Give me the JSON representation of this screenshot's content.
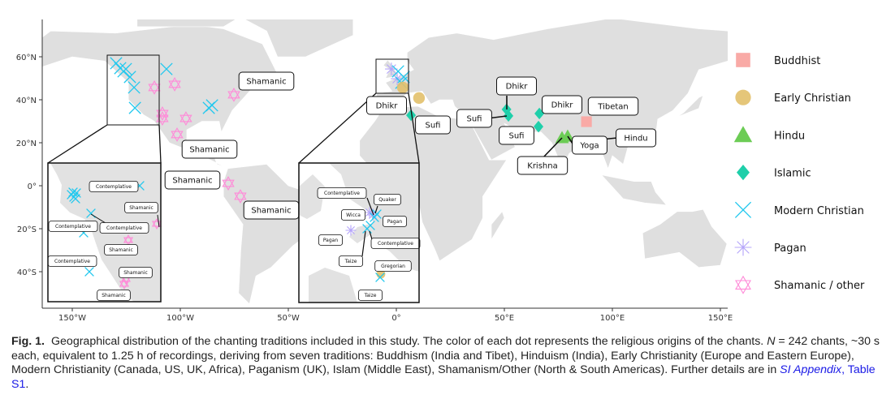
{
  "chart_data": {
    "type": "scatter",
    "title": "",
    "xlabel": "",
    "ylabel": "",
    "xlim": [
      -165,
      155
    ],
    "ylim": [
      -57,
      77
    ],
    "x_ticks": [
      "150°W",
      "100°W",
      "50°W",
      "0°",
      "50°E",
      "100°E",
      "150°E"
    ],
    "x_tick_values": [
      -150,
      -100,
      -50,
      0,
      50,
      100,
      150
    ],
    "y_ticks": [
      "60°N",
      "40°N",
      "20°N",
      "0°",
      "20°S",
      "40°S"
    ],
    "y_tick_values": [
      60,
      40,
      20,
      0,
      -20,
      -40
    ],
    "grid": false,
    "legend_position": "right",
    "legend": [
      {
        "name": "Buddhist",
        "shape": "square",
        "color": "#f9aaa6"
      },
      {
        "name": "Early Christian",
        "shape": "circle",
        "color": "#e2c06a"
      },
      {
        "name": "Hindu",
        "shape": "triangle",
        "color": "#6ccc55"
      },
      {
        "name": "Islamic",
        "shape": "diamond",
        "color": "#1fcfaa"
      },
      {
        "name": "Modern Christian",
        "shape": "cross",
        "color": "#22c8ee"
      },
      {
        "name": "Pagan",
        "shape": "asterisk",
        "color": "#b4a4fa"
      },
      {
        "name": "Shamanic / other",
        "shape": "star",
        "color": "#ff8ad8"
      }
    ],
    "points": [
      {
        "lon": -129.7,
        "lat": 57,
        "type": "Modern Christian"
      },
      {
        "lon": -127.8,
        "lat": 54.7,
        "type": "Modern Christian"
      },
      {
        "lon": -126.3,
        "lat": 53.2,
        "type": "Modern Christian"
      },
      {
        "lon": -125.2,
        "lat": 54.3,
        "type": "Modern Christian"
      },
      {
        "lon": -123.3,
        "lat": 50.6,
        "type": "Modern Christian"
      },
      {
        "lon": -121.4,
        "lat": 45.7,
        "type": "Modern Christian"
      },
      {
        "lon": -121,
        "lat": 36.2,
        "type": "Modern Christian"
      },
      {
        "lon": -106.4,
        "lat": 54.3,
        "type": "Modern Christian"
      },
      {
        "lon": -86.8,
        "lat": 36.2,
        "type": "Modern Christian"
      },
      {
        "lon": -85.3,
        "lat": 37.4,
        "type": "Modern Christian"
      },
      {
        "lon": -112,
        "lat": 45.7,
        "type": "Shamanic / other"
      },
      {
        "lon": -102.6,
        "lat": 47.2,
        "type": "Shamanic / other"
      },
      {
        "lon": -108.3,
        "lat": 33.6,
        "type": "Shamanic / other"
      },
      {
        "lon": -108.3,
        "lat": 31.3,
        "type": "Shamanic / other"
      },
      {
        "lon": -97.4,
        "lat": 31.3,
        "type": "Shamanic / other"
      },
      {
        "lon": -101.5,
        "lat": 23.8,
        "type": "Shamanic / other"
      },
      {
        "lon": -75.2,
        "lat": 42.3,
        "type": "Shamanic / other"
      },
      {
        "lon": -77.8,
        "lat": 1.1,
        "type": "Shamanic / other"
      },
      {
        "lon": -72.2,
        "lat": -4.9,
        "type": "Shamanic / other"
      },
      {
        "lon": -2.3,
        "lat": 54.3,
        "type": "Pagan"
      },
      {
        "lon": 0.4,
        "lat": 49.8,
        "type": "Pagan"
      },
      {
        "lon": 0.8,
        "lat": 53.2,
        "type": "Modern Christian"
      },
      {
        "lon": 3.4,
        "lat": 50.6,
        "type": "Modern Christian"
      },
      {
        "lon": 2.3,
        "lat": 47.9,
        "type": "Modern Christian"
      },
      {
        "lon": 3,
        "lat": 45.7,
        "type": "Early Christian"
      },
      {
        "lon": 10.5,
        "lat": 40.8,
        "type": "Early Christian"
      },
      {
        "lon": 6.8,
        "lat": 32.8,
        "type": "Islamic"
      },
      {
        "lon": 51,
        "lat": 35.5,
        "type": "Islamic"
      },
      {
        "lon": 51.9,
        "lat": 32.5,
        "type": "Islamic"
      },
      {
        "lon": 66.2,
        "lat": 33.6,
        "type": "Islamic"
      },
      {
        "lon": 65.8,
        "lat": 27.5,
        "type": "Islamic"
      },
      {
        "lon": 76.7,
        "lat": 22.3,
        "type": "Hindu"
      },
      {
        "lon": 79.3,
        "lat": 23,
        "type": "Hindu"
      },
      {
        "lon": 88,
        "lat": 29.8,
        "type": "Buddhist"
      }
    ],
    "annotations": [
      "Shamanic",
      "Shamanic",
      "Shamanic",
      "Shamanic",
      "Dhikr",
      "Sufi",
      "Dhikr",
      "Sufi",
      "Sufi",
      "Dhikr",
      "Tibetan",
      "Hindu",
      "Yoga",
      "Krishna"
    ],
    "inset_north_america_labels": [
      "Contemplative",
      "Shamanic",
      "Contemplative",
      "Contemplative",
      "Shamanic",
      "Contemplative",
      "Shamanic",
      "Shamanic"
    ],
    "inset_europe_labels": [
      "Contemplative",
      "Quaker",
      "Wicca",
      "Pagan",
      "Pagan",
      "Contemplative",
      "Taize",
      "Gregorian",
      "Taize"
    ]
  },
  "caption": {
    "fig_label": "Fig. 1.",
    "text_1": "Geographical distribution of the chanting traditions included in this study. The color of each dot represents the religious origins of the chants. ",
    "n_symbol": "N",
    "text_2": " = 242 chants, ~30 s each, equivalent to 1.25 h of recordings, deriving from seven traditions: Buddhism (India and Tibet), Hinduism (India), Early Christianity (Europe and Eastern Europe), Modern Christianity (Canada, US, UK, Africa), Paganism (UK), Islam (Middle East), Shamanism/Other (North & South Americas). Further details are in ",
    "link_italic": "SI Appendix",
    "link_rest": ", Table S1",
    "end": "."
  }
}
